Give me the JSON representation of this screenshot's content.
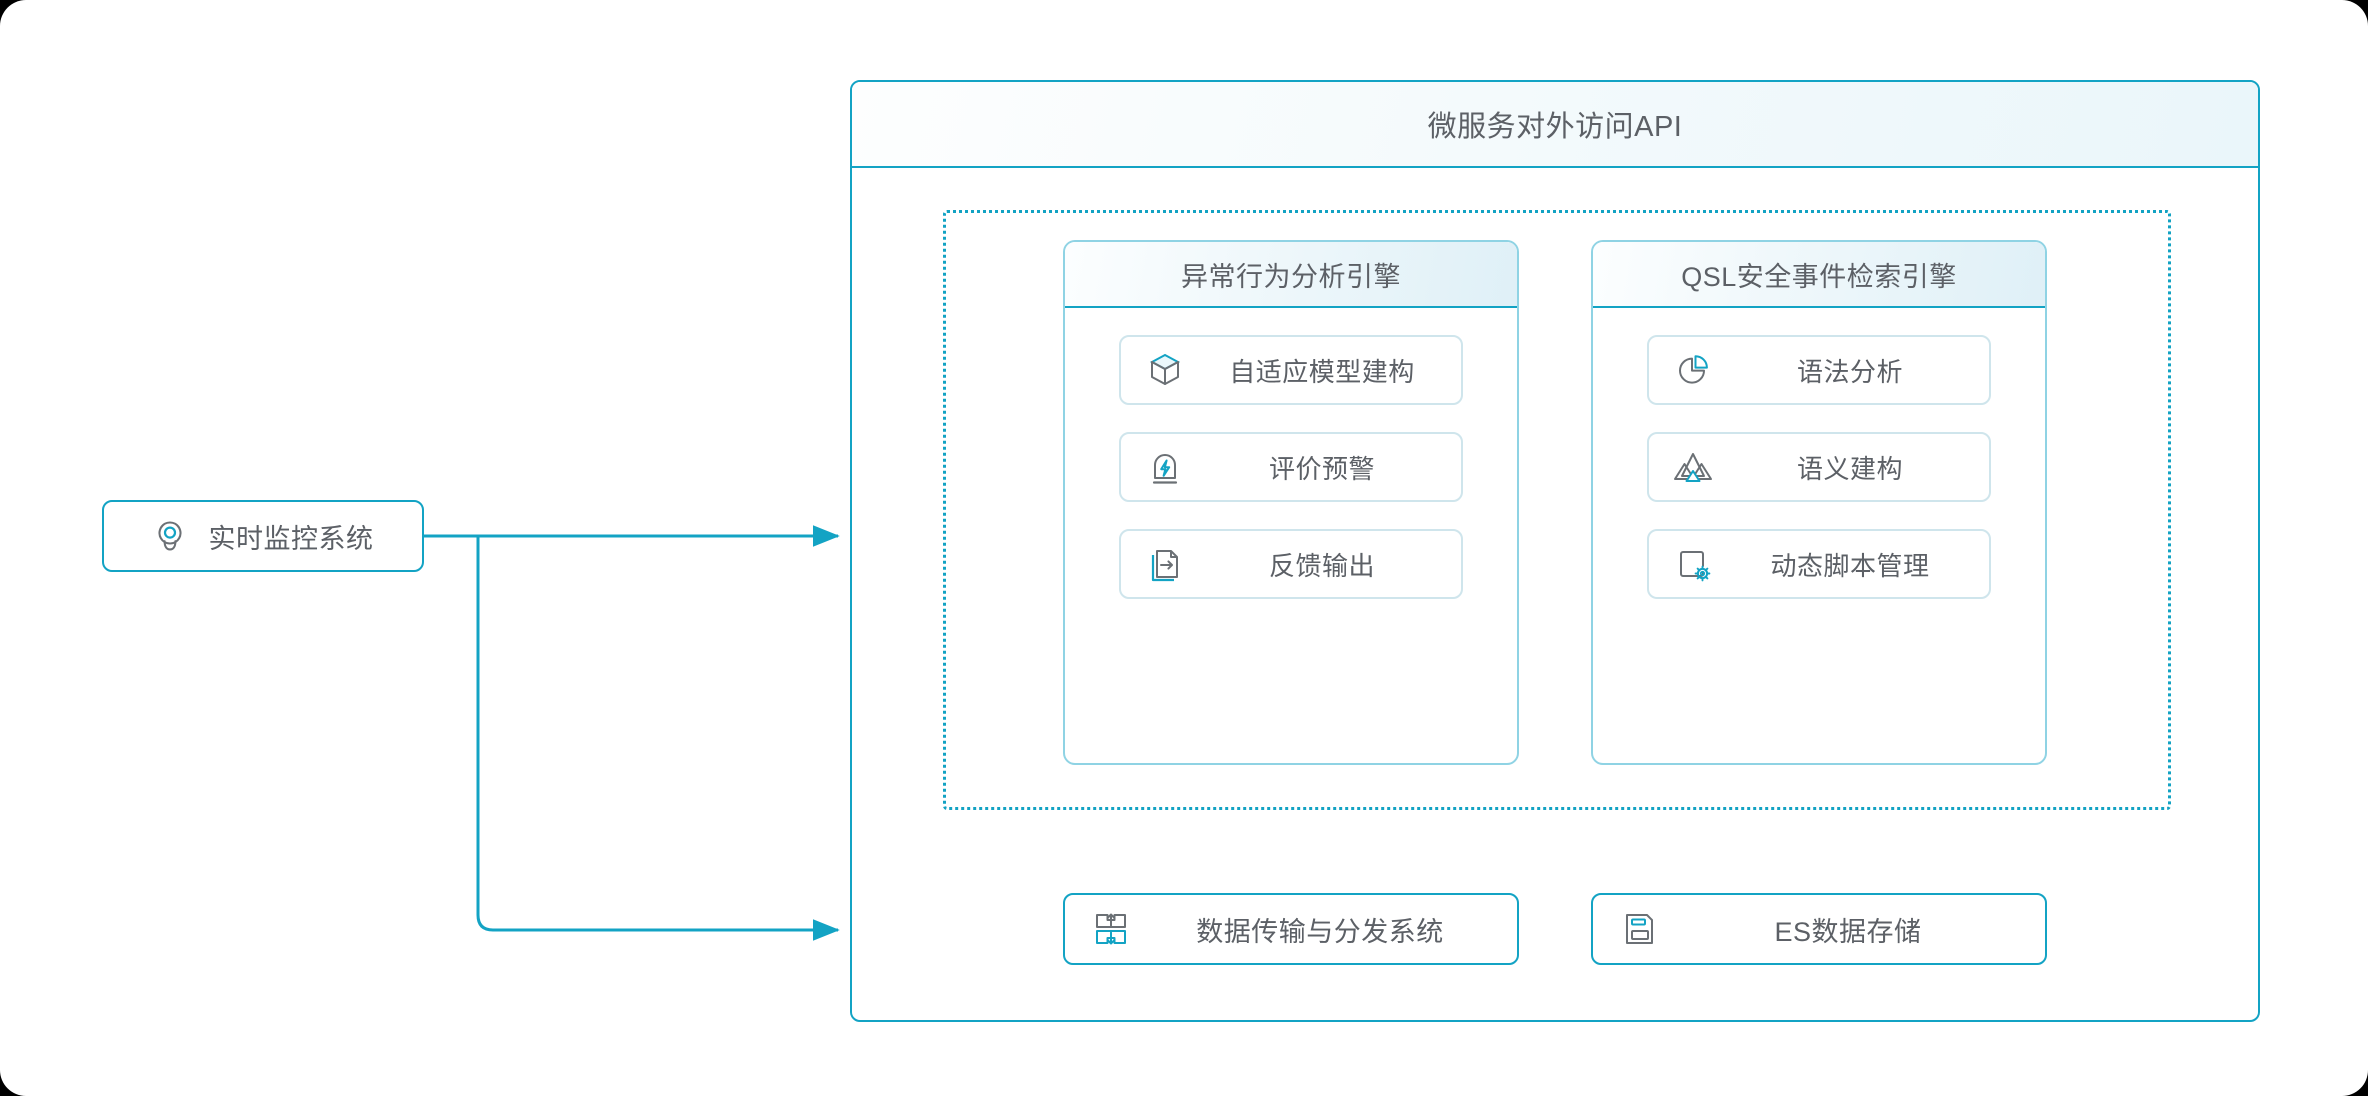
{
  "diagram": {
    "type": "architecture-flow",
    "accent_color": "#13a3c4",
    "text_color": "#5c6066",
    "panel_border_color": "#8fd3e4",
    "item_border_color": "#cfe5ec",
    "background": "#ffffff"
  },
  "external": {
    "monitor": {
      "label": "实时监控系统",
      "icon": "monitoring-camera-icon"
    }
  },
  "api_container": {
    "header_title": "微服务对外访问API"
  },
  "engine_region": {
    "border_style": "dotted",
    "panels": [
      {
        "id": "anomaly",
        "title": "异常行为分析引擎",
        "items": [
          {
            "label": "自适应模型建构",
            "icon": "cube-model-icon"
          },
          {
            "label": "评价预警",
            "icon": "shield-bolt-alert-icon"
          },
          {
            "label": "反馈输出",
            "icon": "document-export-icon"
          }
        ]
      },
      {
        "id": "qsl",
        "title": "QSL安全事件检索引擎",
        "items": [
          {
            "label": "语法分析",
            "icon": "pie-chart-icon"
          },
          {
            "label": "语义建构",
            "icon": "layered-triangles-icon"
          },
          {
            "label": "动态脚本管理",
            "icon": "square-gear-icon"
          }
        ]
      }
    ]
  },
  "bottom_nodes": [
    {
      "id": "transport",
      "label": "数据传输与分发系统",
      "icon": "data-transfer-arrows-icon"
    },
    {
      "id": "es",
      "label": "ES数据存储",
      "icon": "floppy-disk-storage-icon"
    }
  ],
  "connections": [
    {
      "from": "实时监控系统",
      "to": "微服务对外访问API",
      "direction": "right"
    },
    {
      "from": "实时监控系统",
      "to": "数据传输与分发系统",
      "direction": "right"
    },
    {
      "from": "数据传输与分发系统",
      "to": "引擎区域",
      "direction": "up"
    },
    {
      "from": "数据传输与分发系统",
      "to": "ES数据存储",
      "direction": "right"
    },
    {
      "from": "引擎区域",
      "to": "ES数据存储",
      "direction": "down"
    }
  ]
}
